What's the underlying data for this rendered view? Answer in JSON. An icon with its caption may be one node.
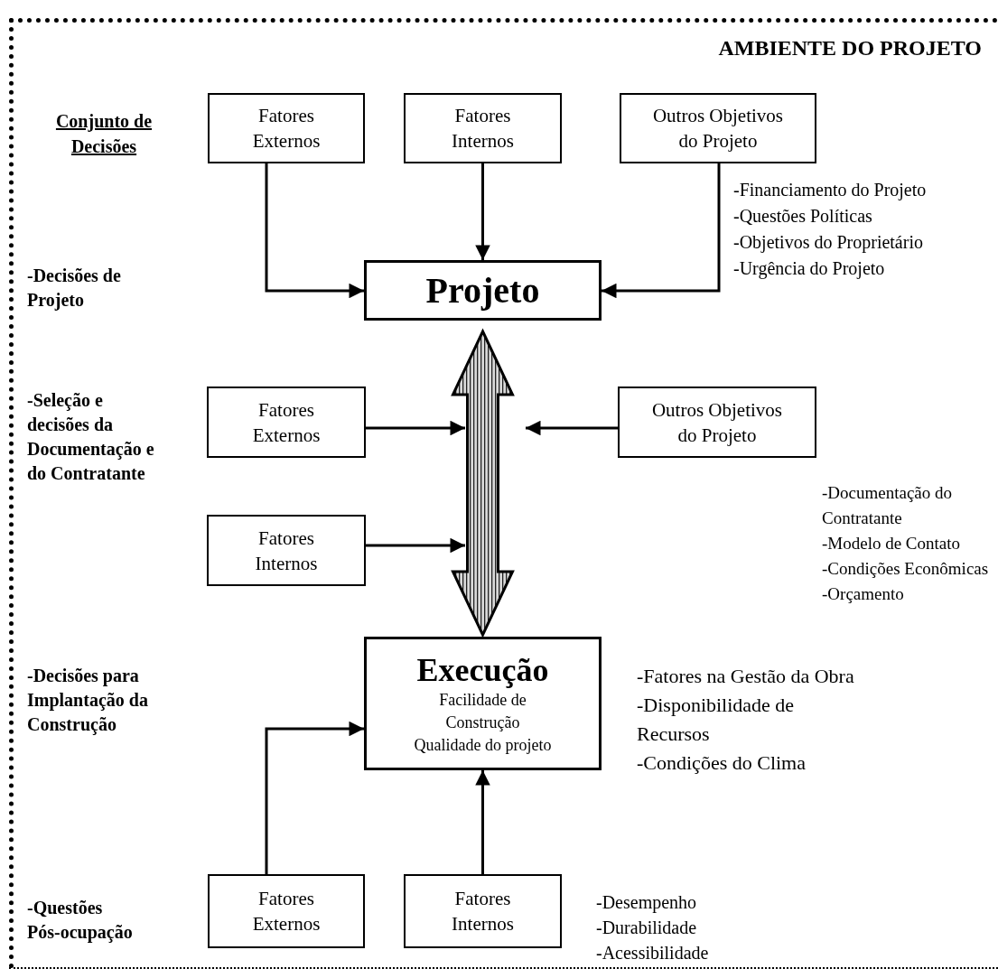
{
  "diagram": {
    "nodes": [
      {
        "text": [
          "AMBIENTE DO PROJETO"
        ]
      },
      {
        "text": [
          "Fatores Externos"
        ],
        "in": 0
      },
      {
        "text": [
          "Fatores Internos"
        ],
        "in": 0
      },
      {
        "text": [
          "Outros Objetivos do Projeto"
        ],
        "in": 0
      },
      {
        "text": [
          "Projeto"
        ],
        "in": 0
      },
      {
        "text": [
          "Fatores Externos"
        ],
        "in": 0
      },
      {
        "text": [
          "Outros Objetivos do Projeto"
        ],
        "in": 0
      },
      {
        "text": [
          "Fatores Internos"
        ],
        "in": 0
      },
      {
        "text": [
          "Execução",
          "Facilidade de Construção",
          "Qualidade do projeto"
        ],
        "in": 0
      },
      {
        "text": [
          "Fatores Externos"
        ],
        "in": 0
      },
      {
        "text": [
          "Fatores Internos"
        ],
        "in": 0
      }
    ],
    "edges": [
      {
        "from": 1,
        "to": 4,
        "arrow": "to"
      },
      {
        "from": 2,
        "to": 4,
        "arrow": "to"
      },
      {
        "from": 3,
        "to": 4,
        "arrow": "to"
      },
      {
        "from": 4,
        "to": 8,
        "arrow": "both",
        "style": "thick"
      },
      {
        "from": 5,
        "to": null,
        "arrow": "to"
      },
      {
        "from": 6,
        "to": null,
        "arrow": "to"
      },
      {
        "from": 7,
        "to": null,
        "arrow": "to"
      },
      {
        "from": 9,
        "to": 8,
        "arrow": "to"
      },
      {
        "from": 10,
        "to": 8,
        "arrow": "to"
      }
    ],
    "labels": [
      "Conjunto de Decisões",
      "-Financiamento do Projeto",
      "-Questões Políticas",
      "-Objetivos do Proprietário",
      "-Urgência do Projeto",
      "-Decisões de Projeto",
      "-Seleção e decisões da Documentação e do Contratante",
      "-Documentação do Contratante",
      "-Modelo de Contato",
      "-Condições Econômicas",
      "-Orçamento",
      "-Decisões para Implantação da Construção",
      "-Fatores na Gestão da Obra",
      "-Disponibilidade de Recursos",
      "-Condições do Clima",
      "-Questões Pós-ocupação",
      "-Desempenho",
      "-Durabilidade",
      "-Acessibilidade"
    ]
  }
}
